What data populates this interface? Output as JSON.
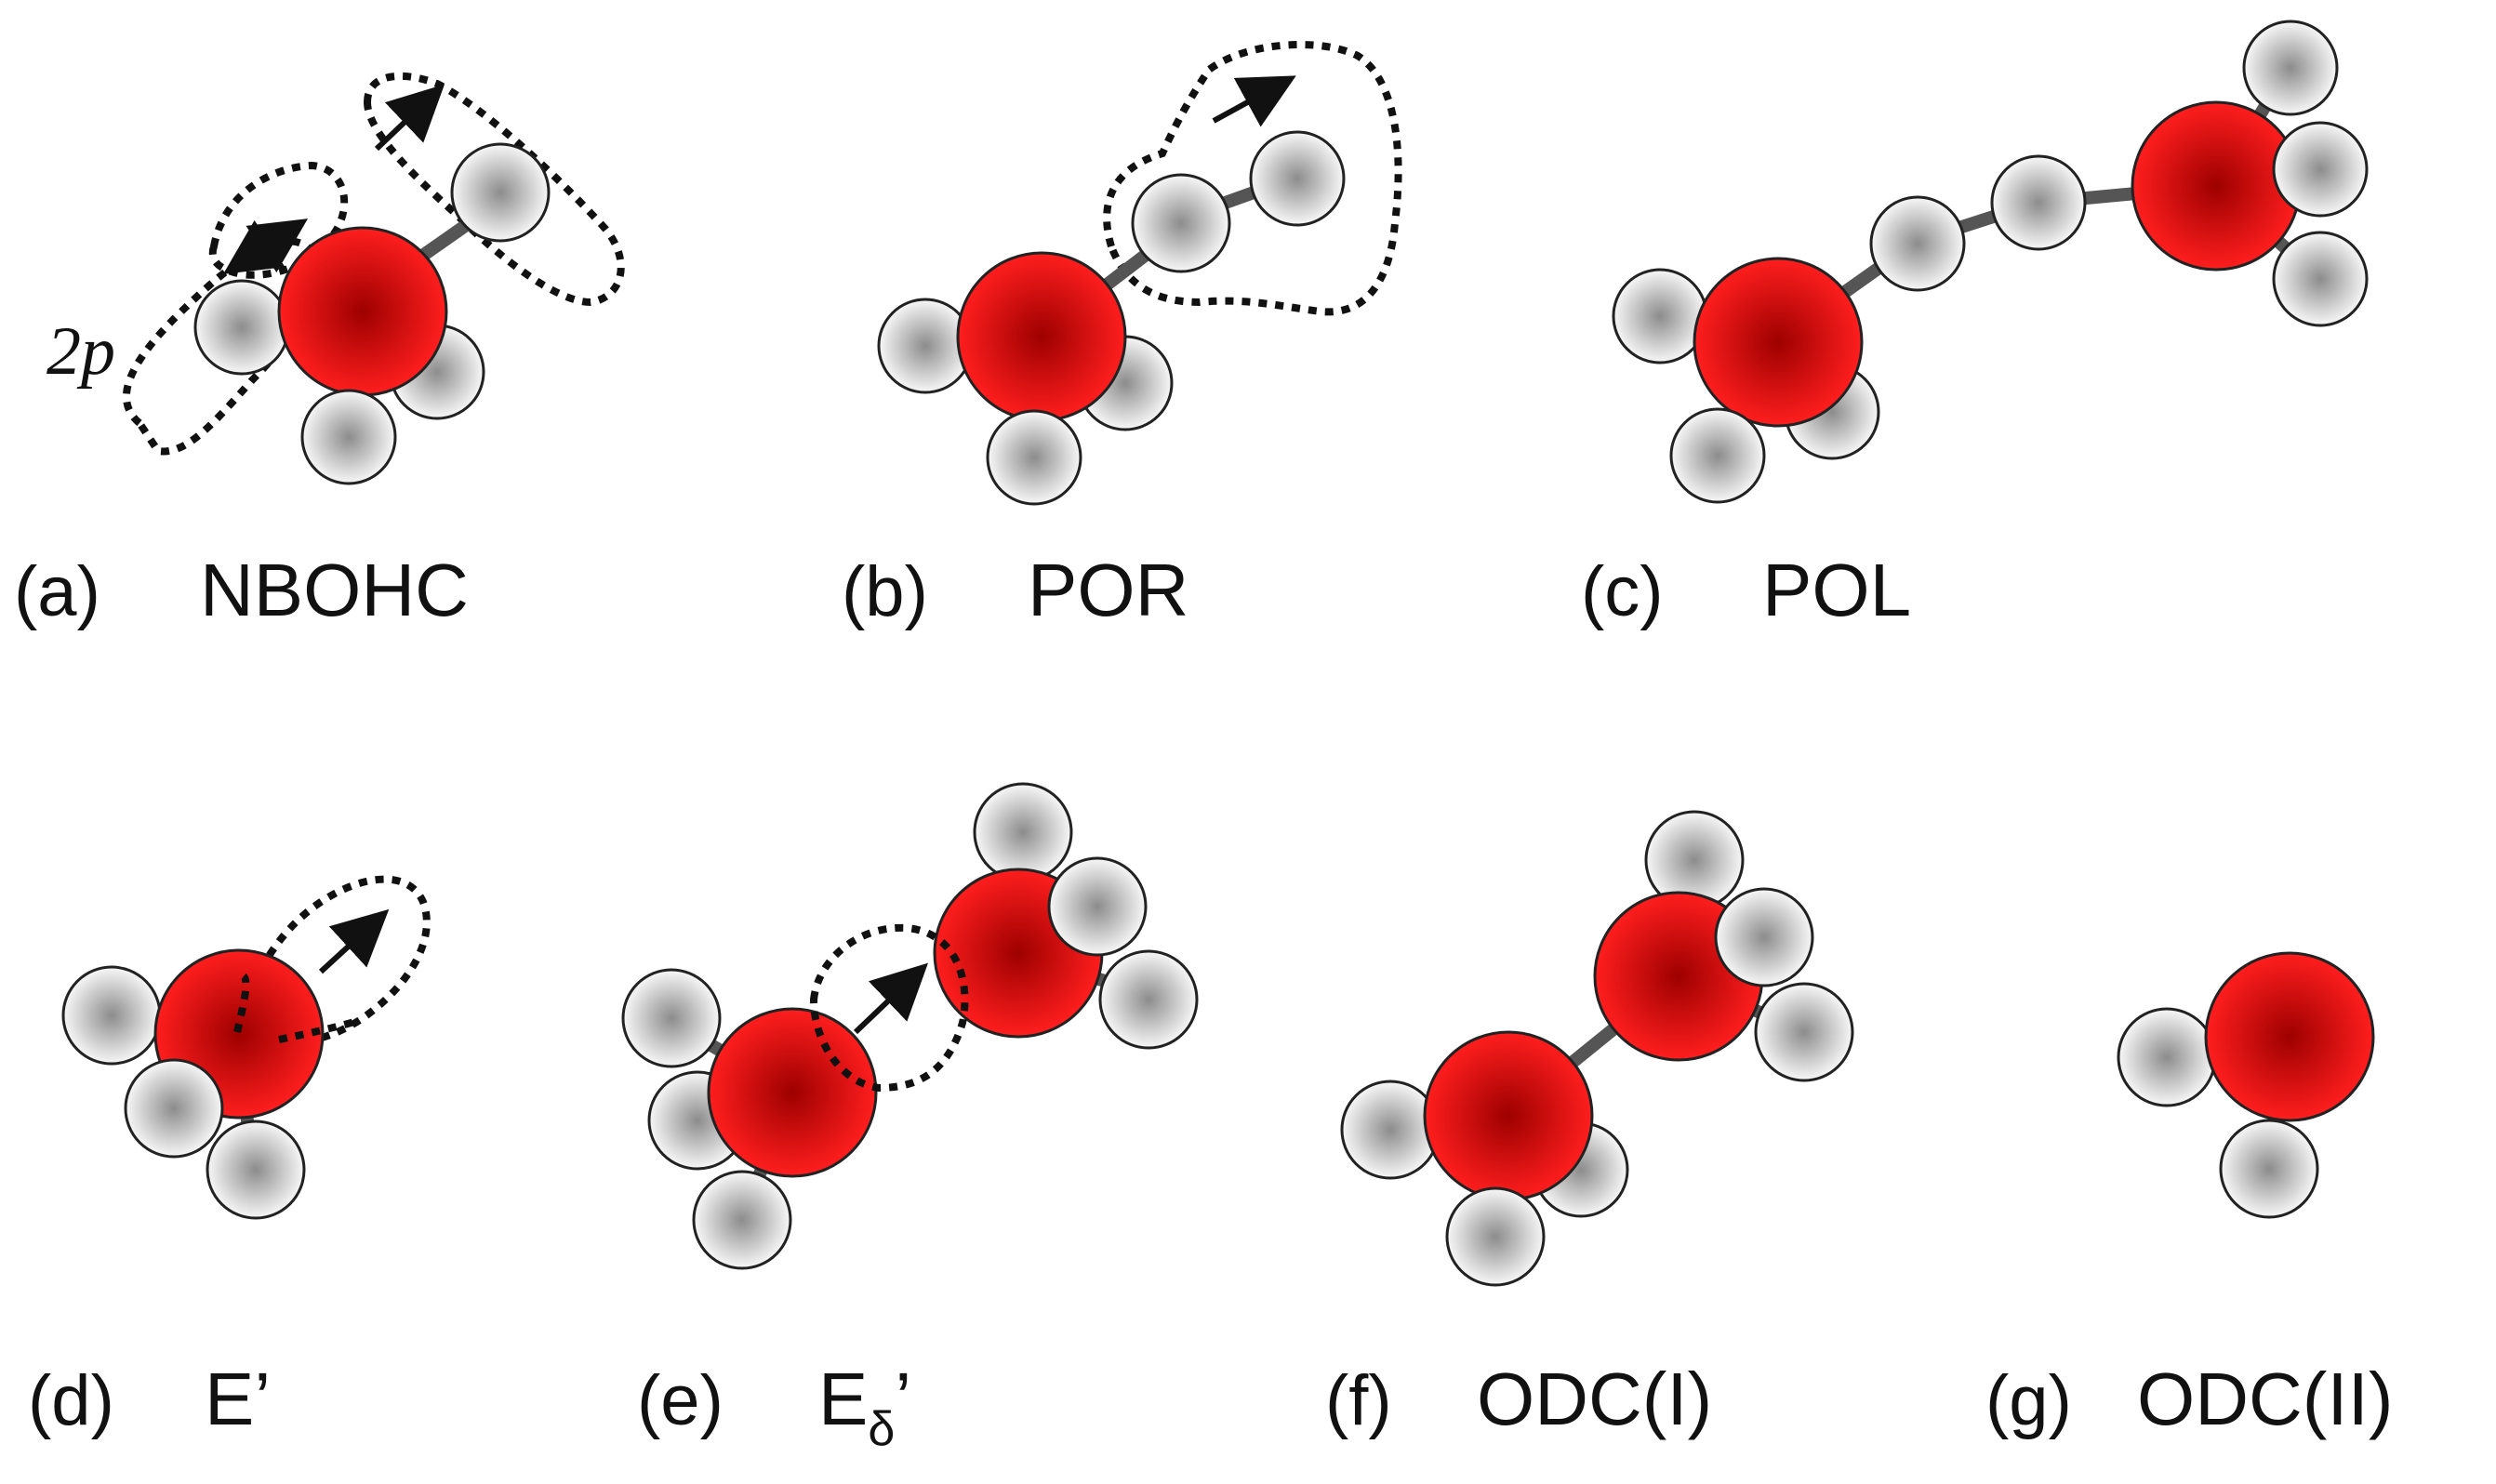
{
  "panels": [
    {
      "tag": "(a)",
      "name": "NBOHC"
    },
    {
      "tag": "(b)",
      "name": "POR"
    },
    {
      "tag": "(c)",
      "name": "POL"
    },
    {
      "tag": "(d)",
      "name": "E’"
    },
    {
      "tag": "(e)",
      "name_main": "E",
      "name_sub": "δ",
      "name_suffix": "’"
    },
    {
      "tag": "(f)",
      "name": "ODC(I)"
    },
    {
      "tag": "(g)",
      "name": "ODC(II)"
    }
  ],
  "orbital_label": "2p",
  "colors": {
    "silicon_center": "#9e0000",
    "silicon_edge": "#ff1e1e",
    "oxygen_center": "#8c8c8c",
    "oxygen_edge": "#f7f7f7",
    "bond": "#555555",
    "outline": "#222222"
  }
}
